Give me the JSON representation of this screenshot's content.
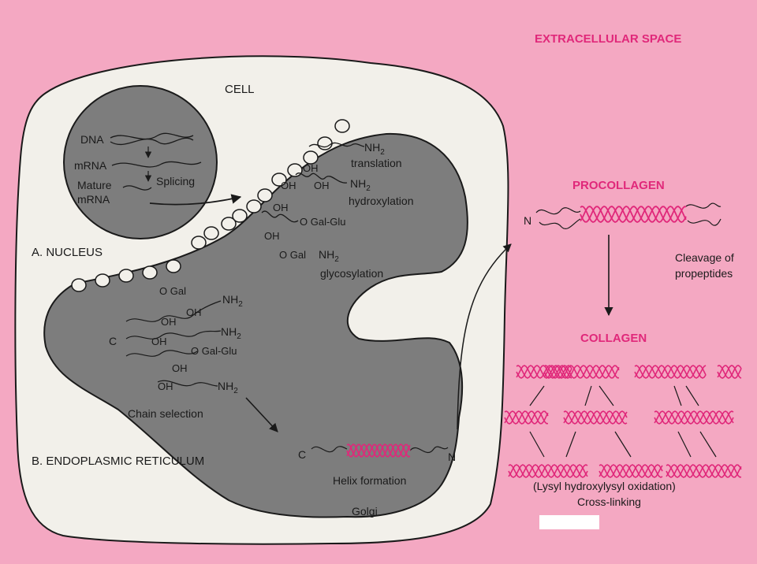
{
  "regions": {
    "extracellular": "EXTRACELLULAR SPACE",
    "cell": "CELL",
    "nucleus": "A. NUCLEUS",
    "er": "B. ENDOPLASMIC RETICULUM",
    "golgi": "Golgi"
  },
  "nucleus": {
    "dna": "DNA",
    "mrna": "mRNA",
    "mature_1": "Mature",
    "mature_2": "mRNA",
    "splicing": "Splicing"
  },
  "steps": {
    "translation": "translation",
    "hydroxylation": "hydroxylation",
    "glycosylation": "glycosylation",
    "chain_selection": "Chain selection",
    "helix_formation": "Helix formation"
  },
  "chem": {
    "nh2": "NH",
    "sub2": "2",
    "oh": "OH",
    "o_gal": "O Gal",
    "o_gal_glu": "O Gal-Glu",
    "c": "C",
    "n": "N"
  },
  "extracellular": {
    "procollagen": "PROCOLLAGEN",
    "collagen": "COLLAGEN",
    "cleavage_1": "Cleavage of",
    "cleavage_2": "propeptides",
    "lysyl": "(Lysyl hydroxylysyl oxidation)",
    "crosslinking": "Cross-linking",
    "n": "N"
  },
  "colors": {
    "background": "#f4a8c2",
    "accent": "#e0287a",
    "organelle": "#7d7d7d",
    "cell": "#f2f0ea"
  }
}
